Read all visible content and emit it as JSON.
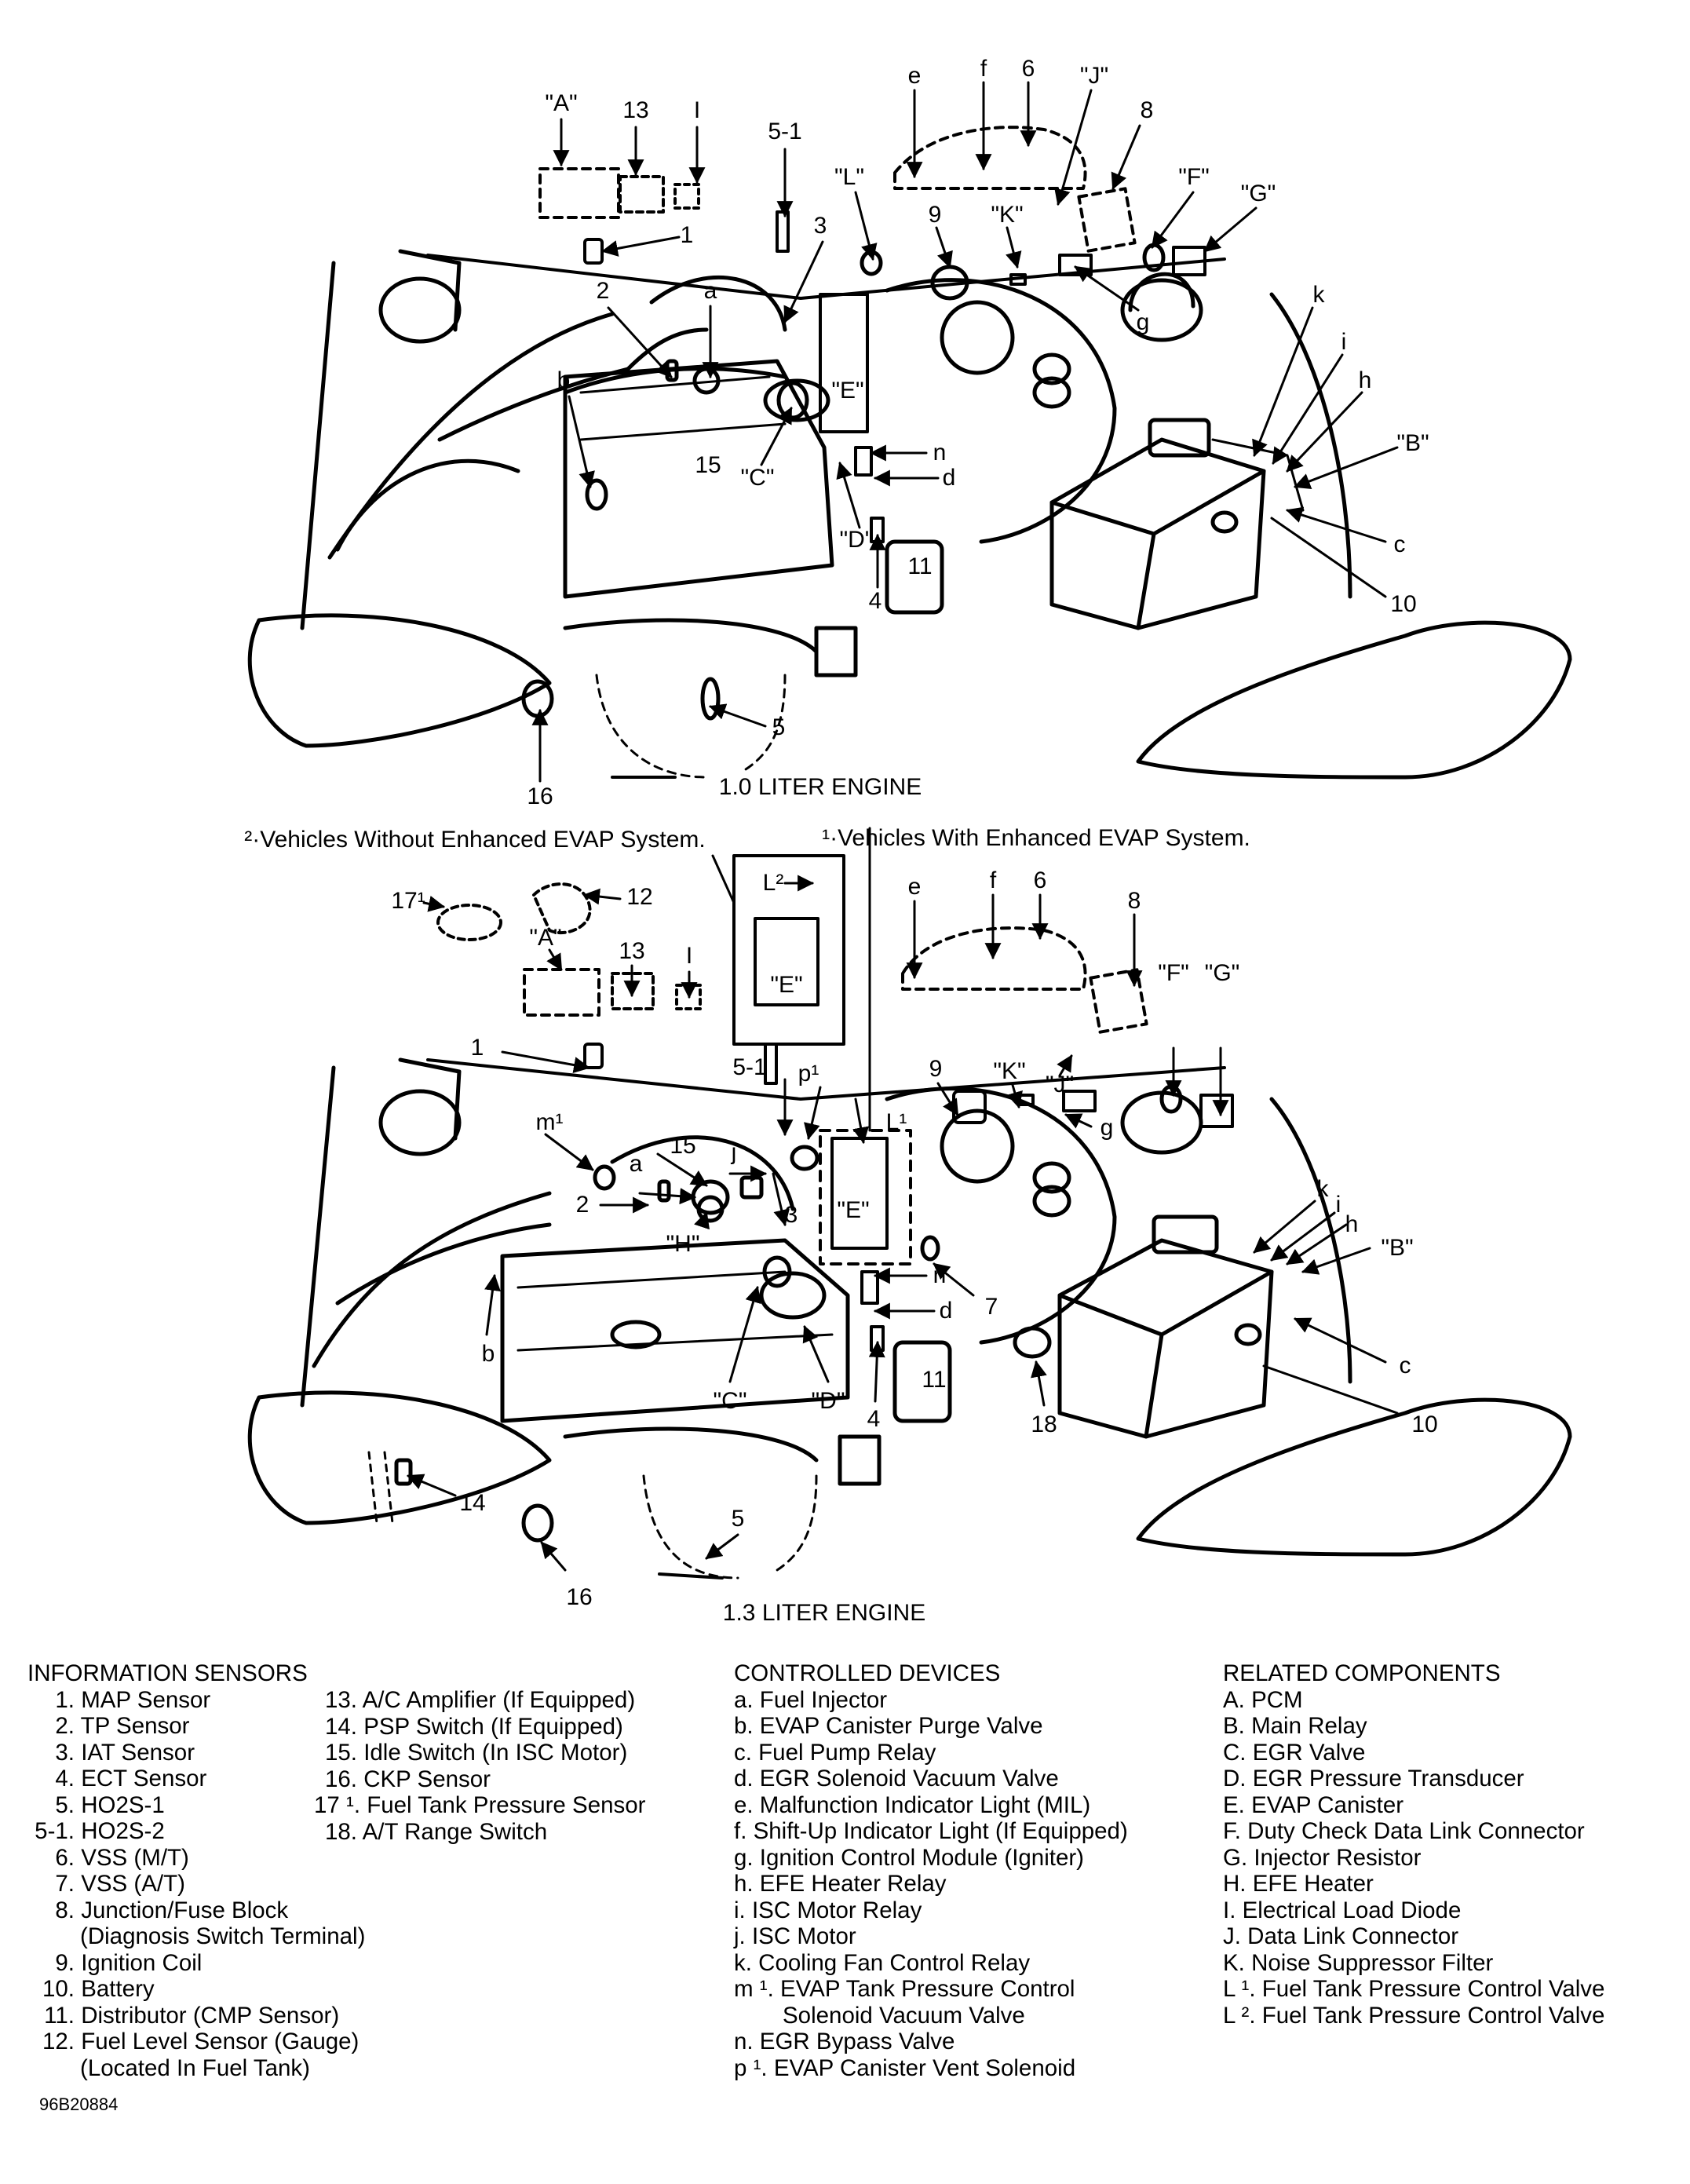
{
  "diagrams": [
    {
      "caption": "1.0 LITER ENGINE",
      "callouts": [
        "\"A\"",
        "13",
        "I",
        "5-1",
        "e",
        "f",
        "6",
        "\"J\"",
        "8",
        "\"L\"",
        "9",
        "\"K\"",
        "\"F\"",
        "\"G\"",
        "1",
        "3",
        "2",
        "a",
        "b",
        "15",
        "\"C\"",
        "\"E\"",
        "n",
        "d",
        "\"D\"",
        "4",
        "11",
        "g",
        "k",
        "i",
        "h",
        "\"B\"",
        "c",
        "10",
        "5",
        "16"
      ]
    },
    {
      "caption": "1.3 LITER ENGINE",
      "callouts": [
        "17¹",
        "12",
        "\"A\"",
        "13",
        "I",
        "L²",
        "\"E\"",
        "e",
        "f",
        "6",
        "8",
        "1",
        "5-1",
        "p¹",
        "L¹",
        "9",
        "\"K\"",
        "\"J\"",
        "g",
        "\"F\"",
        "\"G\"",
        "m¹",
        "j",
        "15",
        "a",
        "2",
        "3",
        "\"H\"",
        "\"E\"",
        "7",
        "k",
        "i",
        "h",
        "\"B\"",
        "n",
        "d",
        "b",
        "\"C\"",
        "\"D\"",
        "4",
        "11",
        "18",
        "c",
        "10",
        "14",
        "5",
        "16"
      ]
    }
  ],
  "notes": {
    "without_enhanced": "²·Vehicles Without Enhanced EVAP System.",
    "with_enhanced": "¹·Vehicles With Enhanced EVAP System."
  },
  "legend": {
    "information_sensors": {
      "heading": "INFORMATION SENSORS",
      "items": [
        {
          "key": "1.",
          "text": "MAP Sensor"
        },
        {
          "key": "2.",
          "text": "TP Sensor"
        },
        {
          "key": "3.",
          "text": "IAT Sensor"
        },
        {
          "key": "4.",
          "text": "ECT Sensor"
        },
        {
          "key": "5.",
          "text": "HO2S-1"
        },
        {
          "key": "5-1.",
          "text": "HO2S-2"
        },
        {
          "key": "6.",
          "text": "VSS (M/T)"
        },
        {
          "key": "7.",
          "text": "VSS (A/T)"
        },
        {
          "key": "8.",
          "text": "Junction/Fuse Block",
          "cont": "(Diagnosis Switch Terminal)"
        },
        {
          "key": "9.",
          "text": "Ignition Coil"
        },
        {
          "key": "10.",
          "text": "Battery"
        },
        {
          "key": "11.",
          "text": "Distributor (CMP Sensor)"
        },
        {
          "key": "12.",
          "text": "Fuel Level Sensor (Gauge)",
          "cont": "(Located In Fuel Tank)"
        },
        {
          "key": "13.",
          "text": "A/C Amplifier (If Equipped)"
        },
        {
          "key": "14.",
          "text": "PSP Switch (If Equipped)"
        },
        {
          "key": "15.",
          "text": "Idle Switch (In ISC Motor)"
        },
        {
          "key": "16.",
          "text": "CKP Sensor"
        },
        {
          "key": "17 ¹.",
          "text": "Fuel Tank Pressure Sensor"
        },
        {
          "key": "18.",
          "text": "A/T Range Switch"
        }
      ]
    },
    "controlled_devices": {
      "heading": "CONTROLLED DEVICES",
      "items": [
        {
          "key": "a.",
          "text": "Fuel Injector"
        },
        {
          "key": "b.",
          "text": "EVAP Canister Purge Valve"
        },
        {
          "key": "c.",
          "text": "Fuel Pump Relay"
        },
        {
          "key": "d.",
          "text": "EGR Solenoid Vacuum Valve"
        },
        {
          "key": "e.",
          "text": "Malfunction Indicator Light (MIL)"
        },
        {
          "key": "f.",
          "text": "Shift-Up Indicator Light (If Equipped)"
        },
        {
          "key": "g.",
          "text": "Ignition Control Module (Igniter)"
        },
        {
          "key": "h.",
          "text": "EFE Heater Relay"
        },
        {
          "key": "i.",
          "text": "ISC Motor Relay"
        },
        {
          "key": "j.",
          "text": "ISC Motor"
        },
        {
          "key": "k.",
          "text": "Cooling Fan Control Relay"
        },
        {
          "key": "m ¹.",
          "text": "EVAP Tank Pressure Control",
          "cont": "Solenoid Vacuum Valve"
        },
        {
          "key": "n.",
          "text": "EGR Bypass Valve"
        },
        {
          "key": "p ¹.",
          "text": "EVAP Canister Vent Solenoid"
        }
      ]
    },
    "related_components": {
      "heading": "RELATED COMPONENTS",
      "items": [
        {
          "key": "A.",
          "text": "PCM"
        },
        {
          "key": "B.",
          "text": "Main Relay"
        },
        {
          "key": "C.",
          "text": "EGR Valve"
        },
        {
          "key": "D.",
          "text": "EGR Pressure Transducer"
        },
        {
          "key": "E.",
          "text": "EVAP Canister"
        },
        {
          "key": "F.",
          "text": "Duty Check Data Link Connector"
        },
        {
          "key": "G.",
          "text": "Injector Resistor"
        },
        {
          "key": "H.",
          "text": "EFE Heater"
        },
        {
          "key": "I.",
          "text": "Electrical Load Diode"
        },
        {
          "key": "J.",
          "text": "Data Link Connector"
        },
        {
          "key": "K.",
          "text": "Noise Suppressor Filter"
        },
        {
          "key": "L ¹.",
          "text": "Fuel Tank Pressure Control Valve"
        },
        {
          "key": "L ².",
          "text": "Fuel Tank Pressure Control Valve"
        }
      ]
    }
  },
  "figure_id": "96B20884"
}
